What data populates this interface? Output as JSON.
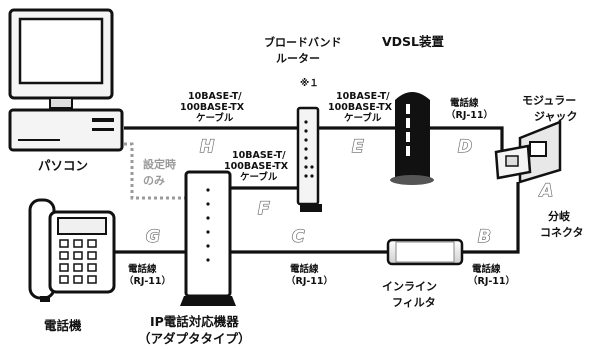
{
  "devices": {
    "pc": "パソコン",
    "router_line1": "ブロードバンド",
    "router_line2": "ルーター",
    "router_note": "※１",
    "vdsl": "VDSL装置",
    "jack_line1": "モジュラー",
    "jack_line2": "ジャック",
    "splitter_line1": "分岐",
    "splitter_line2": "コネクタ",
    "phone": "電話機",
    "ip_adapter_line1": "IP電話対応機器",
    "ip_adapter_line2": "（アダプタタイプ）",
    "inline_filter_line1": "インライン",
    "inline_filter_line2": "フィルタ",
    "settings_line1": "設定時",
    "settings_line2": "のみ"
  },
  "cable_labels": {
    "lan1_l1": "10BASE-T/",
    "lan1_l2": "100BASE-TX",
    "lan1_l3": "ケーブル",
    "lan2_l1": "10BASE-T/",
    "lan2_l2": "100BASE-TX",
    "lan2_l3": "ケーブル",
    "lan3_l1": "10BASE-T/",
    "lan3_l2": "100BASE-TX",
    "lan3_l3": "ケーブル",
    "tel_d_l1": "電話線",
    "tel_d_l2": "（RJ-11）",
    "tel_g_l1": "電話線",
    "tel_g_l2": "（RJ-11）",
    "tel_c_l1": "電話線",
    "tel_c_l2": "（RJ-11）",
    "tel_b_l1": "電話線",
    "tel_b_l2": "（RJ-11）"
  },
  "segments": {
    "a": "A",
    "b": "B",
    "c": "C",
    "d": "D",
    "e": "E",
    "f": "F",
    "g": "G",
    "h": "H"
  }
}
